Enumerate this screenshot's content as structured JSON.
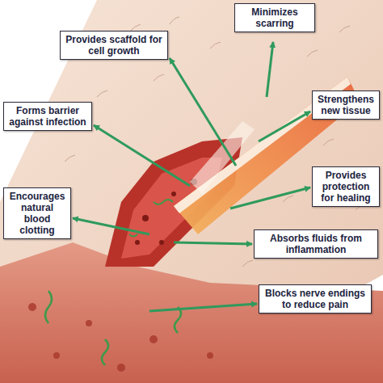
{
  "diagram": {
    "nodes": [
      {
        "text": [
          "Minimizes scarring"
        ]
      },
      {
        "text": [
          "Provides scaffold for cell growth"
        ]
      },
      {
        "text": [
          "Strengthens new tissue"
        ]
      },
      {
        "text": [
          "Forms barrier against infection"
        ]
      },
      {
        "text": [
          "Provides protection for healing"
        ]
      },
      {
        "text": [
          "Encourages natural blood clotting"
        ]
      },
      {
        "text": [
          "Absorbs fluids from inflammation"
        ]
      },
      {
        "text": [
          "Blocks nerve endings to reduce pain"
        ]
      }
    ]
  }
}
